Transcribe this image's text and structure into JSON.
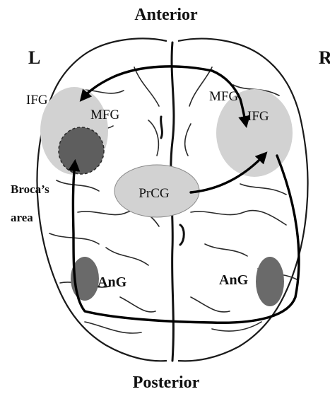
{
  "labels": {
    "anterior": "Anterior",
    "posterior": "Posterior",
    "left": "L",
    "right": "R"
  },
  "regions": {
    "left_ifg": "IFG",
    "left_mfg": "MFG",
    "right_mfg": "MFG",
    "right_ifg": "IFG",
    "prcg": "PrCG",
    "left_ang": "AnG",
    "right_ang": "AnG",
    "broca_line1": "Broca’s",
    "broca_line2": "area"
  },
  "colors": {
    "region_fill": "#d2d2d2",
    "broca_fill": "#5e5e5e",
    "ang_fill": "#6a6a6a",
    "arrow": "#000000",
    "outline": "#1a1a1a"
  }
}
